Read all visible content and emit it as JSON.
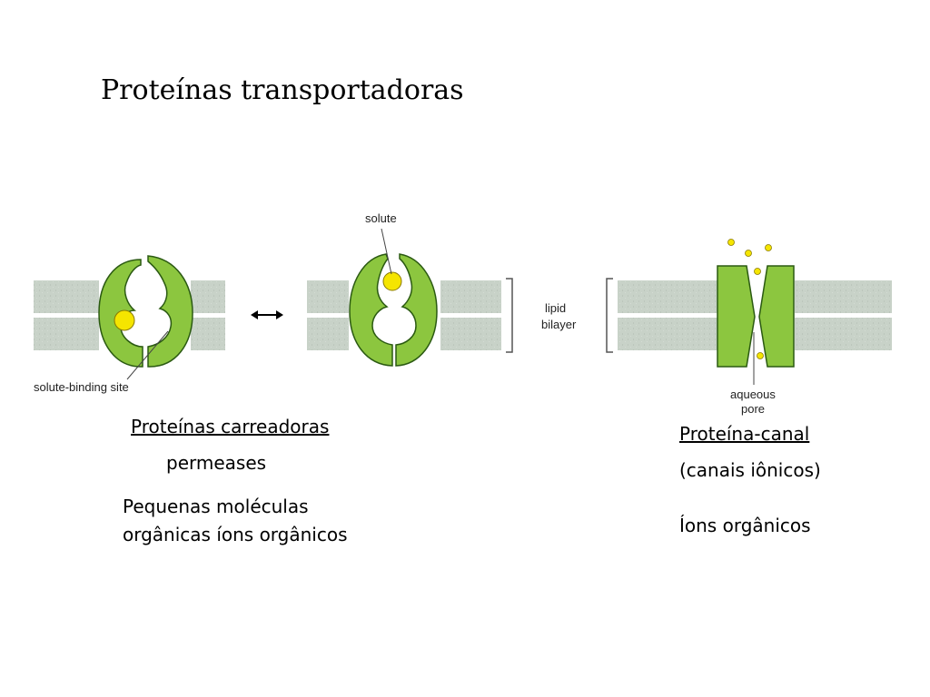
{
  "title": "Proteínas transportadoras",
  "diagram": {
    "label_binding_site": "solute-binding site",
    "label_solute": "solute",
    "label_lipid": "lipid",
    "label_bilayer": "bilayer",
    "label_aqueous": "aqueous",
    "label_pore": "pore",
    "colors": {
      "protein": "#8cc63f",
      "protein_outline": "#2b5a12",
      "membrane": "#c8d2c8",
      "solute": "#f5e500",
      "solute_outline": "#8a7a00"
    },
    "icons": [
      "double-arrow-icon",
      "bracket-icon"
    ]
  },
  "carrier": {
    "heading": "Proteínas carreadoras",
    "sub": "permeases",
    "desc_line1": "Pequenas moléculas",
    "desc_line2": "orgânicas íons orgânicos"
  },
  "channel": {
    "heading": "Proteína-canal",
    "sub": "(canais iônicos)",
    "desc": "Íons orgânicos"
  }
}
